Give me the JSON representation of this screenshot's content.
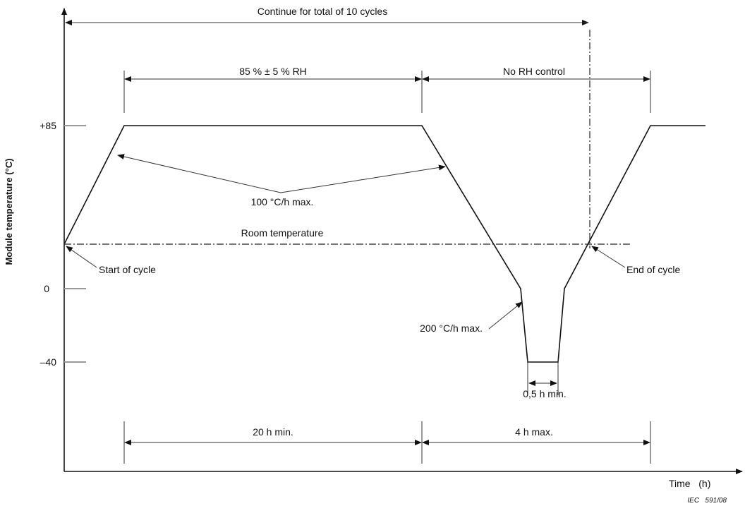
{
  "diagram": {
    "axes": {
      "y_label": "Module temperature   (°C)",
      "x_label": "Time   (h)",
      "y_ticks": [
        "+85",
        "0",
        "–40"
      ]
    },
    "labels": {
      "total_cycles": "Continue for total of 10 cycles",
      "humidity": "85 % ± 5 % RH",
      "no_rh": "No RH control",
      "ramp_up_rate": "100 °C/h max.",
      "room_temperature": "Room temperature",
      "start_of_cycle": "Start of cycle",
      "end_of_cycle": "End of cycle",
      "ramp_down_rate": "200 °C/h max.",
      "dwell_low": "0,5 h min.",
      "dwell_high_duration": "20 h min.",
      "freeze_duration": "4 h max.",
      "figure_id": "IEC   591/08"
    }
  }
}
